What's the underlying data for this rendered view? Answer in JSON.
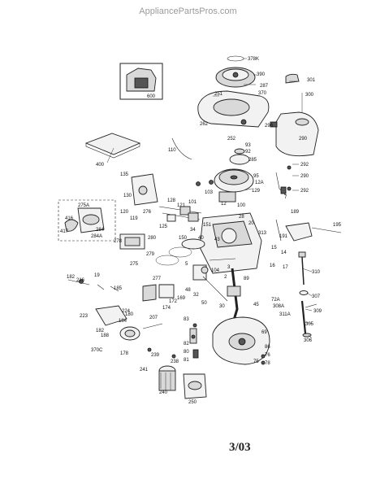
{
  "watermark": "AppliancePartsPros.com",
  "footer_code": "3/03",
  "callouts": {
    "c378k": "378K",
    "c390": "390",
    "c287": "287",
    "c251": "251",
    "c370": "370",
    "c262": "262",
    "c301": "301",
    "c300": "300",
    "c298": "298",
    "c600": "600",
    "c290a": "290",
    "c252": "252",
    "c93": "93",
    "c92": "92",
    "c285": "285",
    "c110": "110",
    "c400": "400",
    "c292a": "292",
    "c290b": "290",
    "c292b": "292",
    "c135": "135",
    "c130": "130",
    "c95": "95",
    "c12a": "12A",
    "c129": "129",
    "c7": "7",
    "c103": "103",
    "c12": "12",
    "c100": "100",
    "c275a": "275A",
    "c416": "416",
    "c417": "417",
    "c284": "284",
    "c284a": "284A",
    "c120": "120",
    "c119": "119",
    "c276": "276",
    "c125": "125",
    "c128": "128",
    "c121": "121",
    "c101": "101",
    "c151": "151",
    "c28": "28",
    "c20": "20",
    "c189": "189",
    "c195": "195",
    "c191": "191",
    "c15": "15",
    "c14": "14",
    "c16": "16",
    "c17": "17",
    "c280": "280",
    "c150": "150",
    "c43": "43",
    "c313": "313",
    "c3": "3",
    "c5": "5",
    "c278": "278",
    "c279": "279",
    "c275": "275",
    "c277": "277",
    "c182": "182",
    "c216": "216",
    "c19": "19",
    "c185": "185",
    "c172": "172",
    "c174": "174",
    "c169": "169",
    "c48": "48",
    "c32": "32",
    "c104": "104",
    "c2": "2",
    "c89": "89",
    "c310": "310",
    "c307": "307",
    "c223": "223",
    "c224": "224",
    "c207": "207",
    "c180": "180",
    "c184": "184",
    "c182b": "182",
    "c188": "188",
    "c50": "50",
    "c30": "30",
    "c45": "45",
    "c72a": "72A",
    "c308a": "308A",
    "c311a": "311A",
    "c309": "309",
    "c305": "305",
    "c306": "306",
    "c83": "83",
    "c82": "82",
    "c80": "80",
    "c81": "81",
    "c69": "69",
    "c86": "86",
    "c76": "76",
    "c75": "75",
    "c78": "78",
    "c370c": "370C",
    "c178": "178",
    "c239": "239",
    "c238": "238",
    "c241": "241",
    "c240": "240",
    "c250": "250",
    "c34": "34",
    "c40": "40"
  }
}
